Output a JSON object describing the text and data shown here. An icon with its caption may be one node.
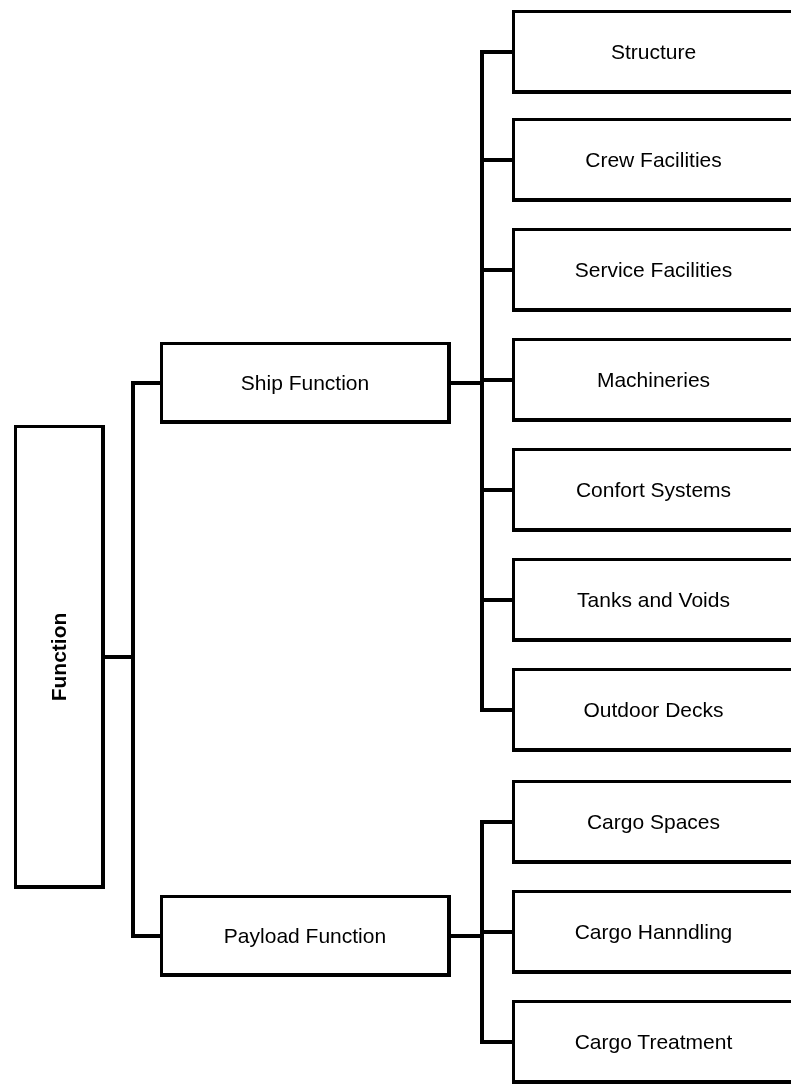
{
  "diagram": {
    "nodes": [
      {
        "text": [
          "Function"
        ]
      },
      {
        "text": [
          "Ship Function"
        ]
      },
      {
        "text": [
          "Payload Function"
        ]
      },
      {
        "text": [
          "Structure"
        ]
      },
      {
        "text": [
          "Crew Facilities"
        ]
      },
      {
        "text": [
          "Service Facilities"
        ]
      },
      {
        "text": [
          "Machineries"
        ]
      },
      {
        "text": [
          "Confort Systems"
        ]
      },
      {
        "text": [
          "Tanks and Voids"
        ]
      },
      {
        "text": [
          "Outdoor Decks"
        ]
      },
      {
        "text": [
          "Cargo Spaces"
        ]
      },
      {
        "text": [
          "Cargo Hanndling"
        ]
      },
      {
        "text": [
          "Cargo Treatment"
        ]
      }
    ],
    "edges": [
      {
        "from": 0,
        "to": 1,
        "arrow": "none"
      },
      {
        "from": 0,
        "to": 2,
        "arrow": "none"
      },
      {
        "from": 1,
        "to": 3,
        "arrow": "none"
      },
      {
        "from": 1,
        "to": 4,
        "arrow": "none"
      },
      {
        "from": 1,
        "to": 5,
        "arrow": "none"
      },
      {
        "from": 1,
        "to": 6,
        "arrow": "none"
      },
      {
        "from": 1,
        "to": 7,
        "arrow": "none"
      },
      {
        "from": 1,
        "to": 8,
        "arrow": "none"
      },
      {
        "from": 1,
        "to": 9,
        "arrow": "none"
      },
      {
        "from": 2,
        "to": 10,
        "arrow": "none"
      },
      {
        "from": 2,
        "to": 11,
        "arrow": "none"
      },
      {
        "from": 2,
        "to": 12,
        "arrow": "none"
      }
    ]
  }
}
